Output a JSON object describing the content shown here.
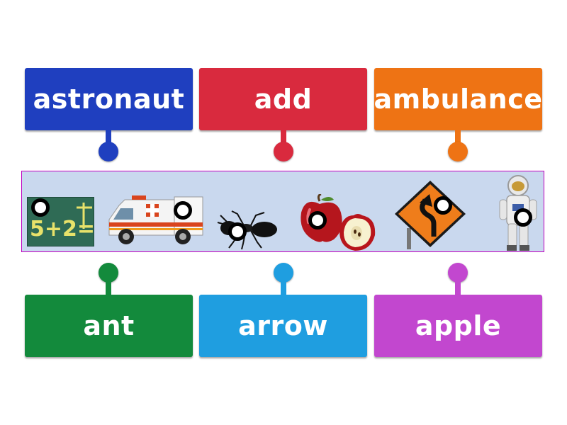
{
  "colors": {
    "astronaut": "#1f3fbf",
    "add": "#d92a3e",
    "ambulance": "#ee7314",
    "ant": "#138a3c",
    "arrow": "#1f9ee0",
    "apple": "#c247cf",
    "strip_background": "#c9d8ee",
    "strip_border": "#c000c0"
  },
  "top_labels": [
    {
      "id": "astronaut",
      "text": "astronaut"
    },
    {
      "id": "add",
      "text": "add"
    },
    {
      "id": "ambulance",
      "text": "ambulance"
    }
  ],
  "bottom_labels": [
    {
      "id": "ant",
      "text": "ant"
    },
    {
      "id": "arrow",
      "text": "arrow"
    },
    {
      "id": "apple",
      "text": "apple"
    }
  ],
  "pictures": [
    {
      "id": "chalkboard-math",
      "icon": "chalkboard-icon",
      "caption_glyphs": "5+2="
    },
    {
      "id": "ambulance",
      "icon": "ambulance-icon"
    },
    {
      "id": "ant",
      "icon": "ant-icon"
    },
    {
      "id": "apple",
      "icon": "apple-icon"
    },
    {
      "id": "winding-road-sign",
      "icon": "winding-arrow-sign-icon"
    },
    {
      "id": "astronaut",
      "icon": "astronaut-icon"
    }
  ]
}
